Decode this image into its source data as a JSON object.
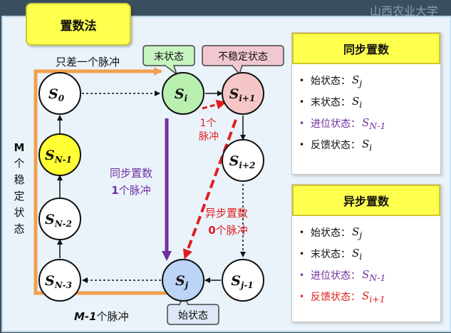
{
  "watermark": "山西农业大学",
  "title": "置数法",
  "callouts": {
    "end_state": "末状态",
    "unstable_state": "不稳定状态",
    "start_state": "始状态"
  },
  "nodes": {
    "s0": {
      "main": "S",
      "sub": "0"
    },
    "si": {
      "main": "S",
      "sub": "i"
    },
    "si1": {
      "main": "S",
      "sub": "i+1"
    },
    "si2": {
      "main": "S",
      "sub": "i+2"
    },
    "sn1": {
      "main": "S",
      "sub": "N-1"
    },
    "sn2": {
      "main": "S",
      "sub": "N-2"
    },
    "sn3": {
      "main": "S",
      "sub": "N-3"
    },
    "sj": {
      "main": "S",
      "sub": "j"
    },
    "sj1": {
      "main": "S",
      "sub": "j-1"
    }
  },
  "labels": {
    "one_pulse_diff": "只差一个脉冲",
    "m_stable_1": "M",
    "m_stable_2": "个",
    "m_stable_3": "稳",
    "m_stable_4": "定",
    "m_stable_5": "状",
    "m_stable_6": "态",
    "m1_pulses_a": "M-1",
    "m1_pulses_b": "个脉冲",
    "one_pulse_line1": "1个",
    "one_pulse_line2": "脉冲",
    "sync_line1": "同步置数",
    "sync_line2_a": "1",
    "sync_line2_b": "个脉冲",
    "async_line1": "异步置数",
    "async_line2_a": "0",
    "async_line2_b": "个脉冲"
  },
  "sync_panel": {
    "title": "同步置数",
    "items": [
      {
        "label": "始状态：",
        "sym": "S",
        "sub": "j"
      },
      {
        "label": "末状态：",
        "sym": "S",
        "sub": "i"
      },
      {
        "label": "进位状态：",
        "sym": "S",
        "sub": "N-1"
      },
      {
        "label": "反馈状态：",
        "sym": "S",
        "sub": "i"
      }
    ]
  },
  "async_panel": {
    "title": "异步置数",
    "items": [
      {
        "label": "始状态：",
        "sym": "S",
        "sub": "j"
      },
      {
        "label": "末状态：",
        "sym": "S",
        "sub": "i"
      },
      {
        "label": "进位状态：",
        "sym": "S",
        "sub": "N-1"
      },
      {
        "label": "反馈状态：",
        "sym": "S",
        "sub": "i+1"
      }
    ]
  },
  "colors": {
    "orange": "#f0a050",
    "purple": "#7030a0",
    "red": "#e02020",
    "green_node": "#b9f0b0",
    "pink_node": "#f5c6c6",
    "yellow_node": "#ffff33",
    "blue_node": "#bcd4f5"
  }
}
